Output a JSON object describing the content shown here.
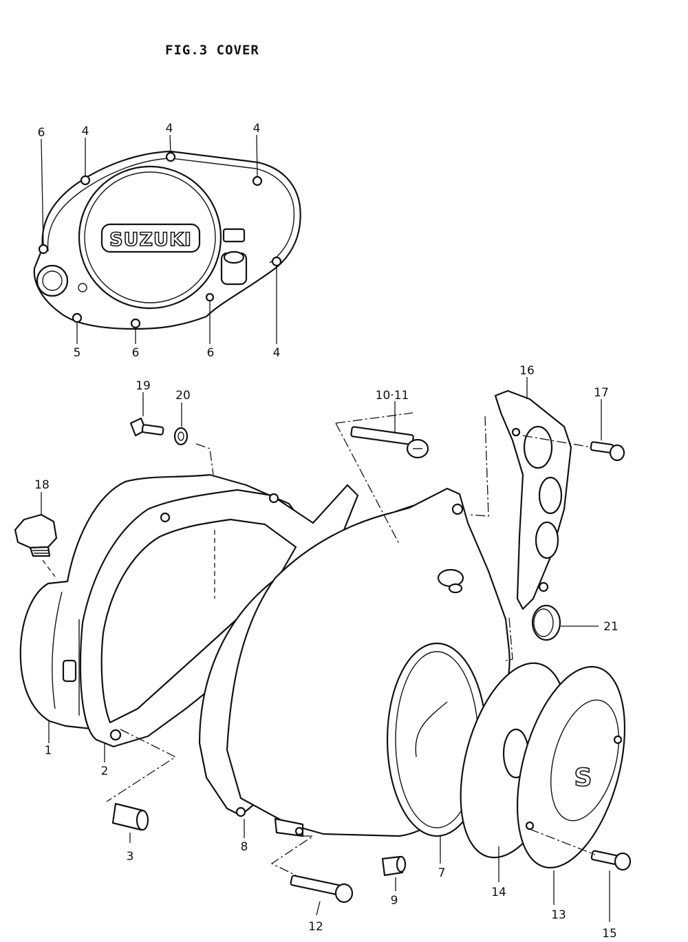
{
  "figure_title": "FIG.3  COVER",
  "brand_text": "SUZUKI",
  "emblem_text": "S",
  "callouts": {
    "c1": "1",
    "c2": "2",
    "c3": "3",
    "c4a": "4",
    "c4b": "4",
    "c4c": "4",
    "c4d": "4",
    "c5": "5",
    "c6a": "6",
    "c6b": "6",
    "c6c": "6",
    "c7": "7",
    "c8": "8",
    "c9": "9",
    "c10_11": "10·11",
    "c12": "12",
    "c13": "13",
    "c14": "14",
    "c15": "15",
    "c16": "16",
    "c17": "17",
    "c18": "18",
    "c19": "19",
    "c20": "20",
    "c21": "21"
  }
}
